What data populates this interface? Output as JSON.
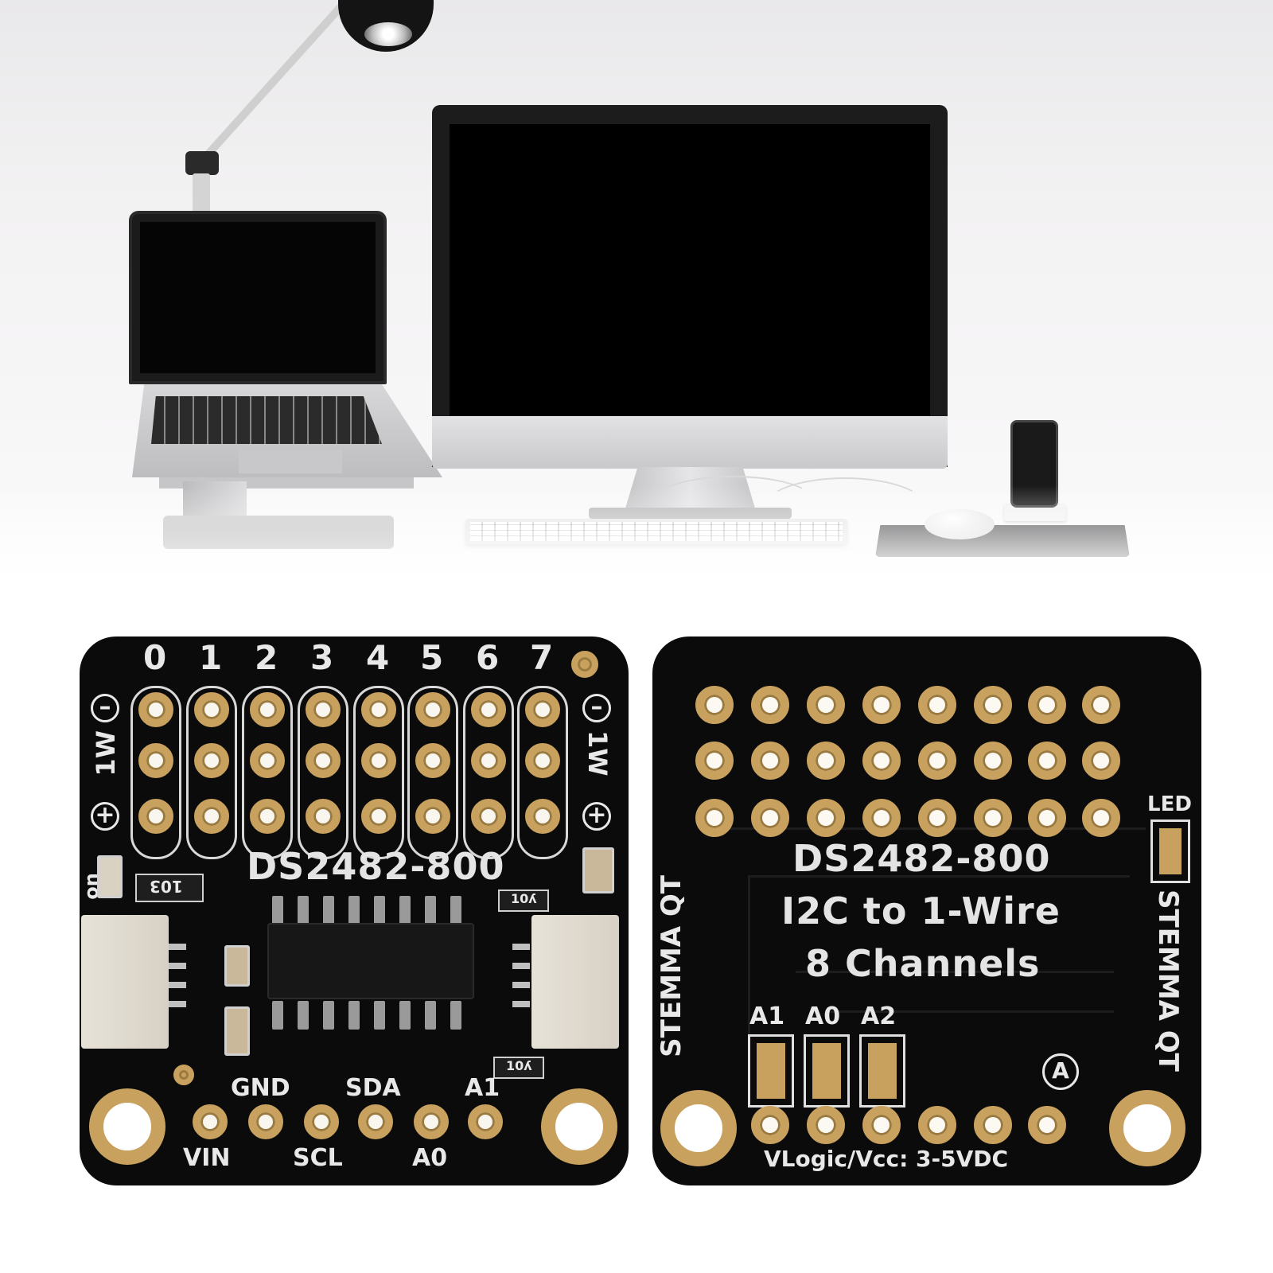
{
  "board_front": {
    "channels": [
      "0",
      "1",
      "2",
      "3",
      "4",
      "5",
      "6",
      "7"
    ],
    "side_label": "1W",
    "minus": "–",
    "plus": "+",
    "title": "DS2482-800",
    "on_label": "on",
    "resistor_code": "103",
    "small_code_1": "10ʎ",
    "small_code_2": "10ʎ",
    "pins_top": [
      "GND",
      "SDA",
      "A1"
    ],
    "pins_bottom": [
      "VIN",
      "SCL",
      "A0"
    ]
  },
  "board_back": {
    "title_line1": "DS2482-800",
    "title_line2": "I2C to 1-Wire",
    "title_line3": "8 Channels",
    "led_label": "LED",
    "jumper_labels": [
      "A1",
      "A0",
      "A2"
    ],
    "circle_a": "A",
    "brand_left": "STEMMA QT",
    "brand_right": "STEMMA QT",
    "voltage": "VLogic/Vcc: 3-5VDC"
  }
}
